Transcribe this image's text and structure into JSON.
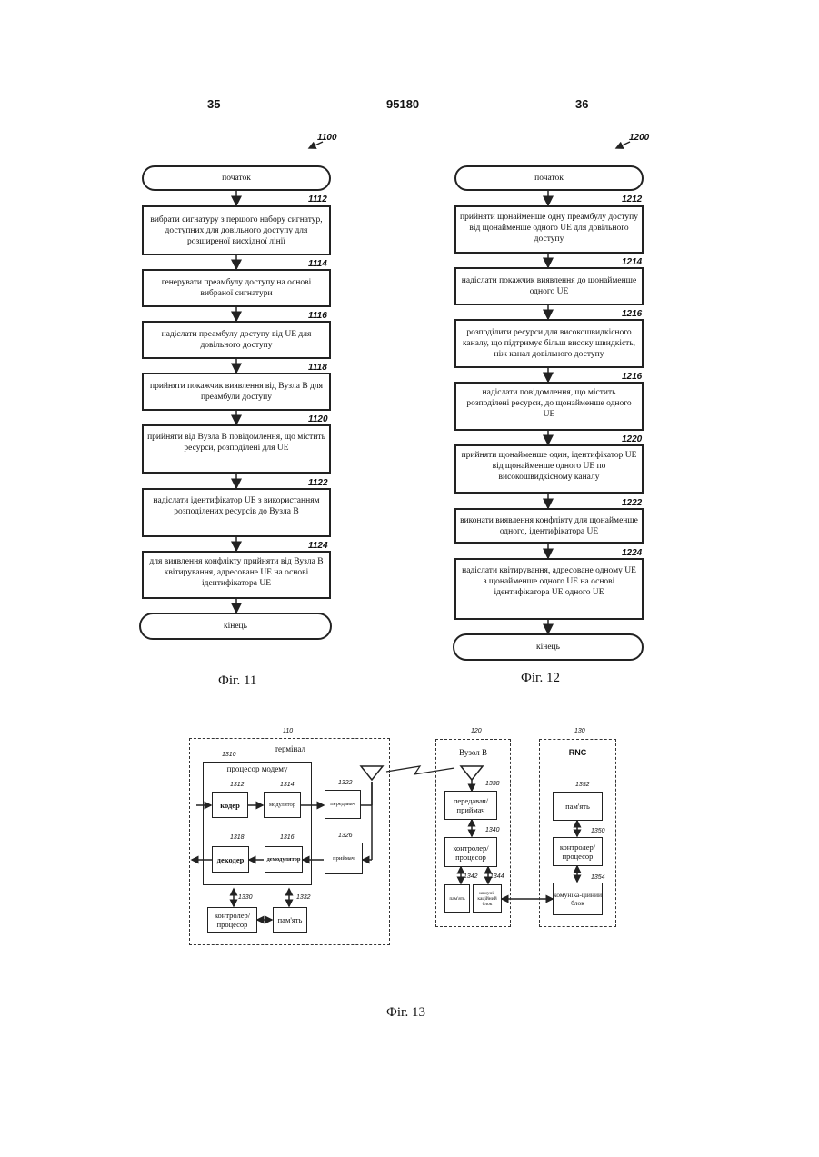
{
  "header": {
    "left_page": "35",
    "patent_number": "95180",
    "right_page": "36"
  },
  "fig11": {
    "ref": "1100",
    "start": "початок",
    "end": "кінець",
    "caption": "Фіг. 11",
    "steps": [
      {
        "num": "1112",
        "text": "вибрати сигнатуру з першого набору сигнатур, доступних для довільного доступу для розширеної висхідної лінії"
      },
      {
        "num": "1114",
        "text": "генерувати преамбулу доступу на основі вибраної сигнатури"
      },
      {
        "num": "1116",
        "text": "надіслати преамбулу доступу від UE для довільного доступу"
      },
      {
        "num": "1118",
        "text": "прийняти покажчик виявлення від Вузла В для преамбули доступу"
      },
      {
        "num": "1120",
        "text": "прийняти від Вузла В повідомлення, що містить ресурси, розподілені для UE"
      },
      {
        "num": "1122",
        "text": "надіслати ідентифікатор UE з використанням розподілених ресурсів до Вузла В"
      },
      {
        "num": "1124",
        "text": "для виявлення конфлікту прийняти від Вузла В квітирування, адресоване UE на основі ідентифікатора UE"
      }
    ]
  },
  "fig12": {
    "ref": "1200",
    "start": "початок",
    "end": "кінець",
    "caption": "Фіг. 12",
    "steps": [
      {
        "num": "1212",
        "text": "прийняти щонайменше одну преамбулу доступу від щонайменше одного UE для довільного доступу"
      },
      {
        "num": "1214",
        "text": "надіслати покажчик виявлення до щонайменше одного UE"
      },
      {
        "num": "1216",
        "text": "розподілити ресурси для високошвидкісного каналу, що підтримує більш високу швидкість, ніж канал довільного доступу"
      },
      {
        "num": "1216",
        "text": "надіслати повідомлення, що містить розподілені ресурси, до щонайменше одного UE"
      },
      {
        "num": "1220",
        "text": "прийняти щонайменше один, ідентифікатор UE від щонайменше одного UE по високошвидкісному каналу"
      },
      {
        "num": "1222",
        "text": "виконати виявлення конфлікту для щонайменше одного, ідентифікатора UE"
      },
      {
        "num": "1224",
        "text": "надіслати квітирування, адресоване одному UE з щонайменше одного UE на основі ідентифікатора UE одного UE"
      }
    ]
  },
  "fig13": {
    "caption": "Фіг. 13",
    "terminal": {
      "ref": "110",
      "title": "термінал",
      "modem_ref": "1310",
      "modem_title": "процесор модему",
      "encoder_ref": "1312",
      "encoder": "кодер",
      "modulator_ref": "1314",
      "modulator": "модулятор",
      "decoder_ref": "1318",
      "decoder": "декодер",
      "demodulator_ref": "1316",
      "demodulator": "демодулятор",
      "transmitter_ref": "1322",
      "transmitter": "передавач",
      "receiver_ref": "1326",
      "receiver": "приймач",
      "controller_ref": "1330",
      "controller": "контролер/ процесор",
      "memory_ref": "1332",
      "memory": "пам'ять"
    },
    "nodeb": {
      "ref": "120",
      "title": "Вузол В",
      "transceiver_ref": "1338",
      "transceiver": "передавач/ приймач",
      "controller_ref": "1340",
      "controller": "контролер/ процесор",
      "memory_ref": "1342",
      "memory": "пам'ять",
      "comm_ref": "1344",
      "comm": "комуні-каційний блок"
    },
    "rnc": {
      "ref": "130",
      "title": "RNC",
      "memory_ref": "1352",
      "memory": "пам'ять",
      "controller_ref": "1350",
      "controller": "контролер/ процесор",
      "comm_ref": "1354",
      "comm": "комуніка-ційний блок"
    }
  }
}
